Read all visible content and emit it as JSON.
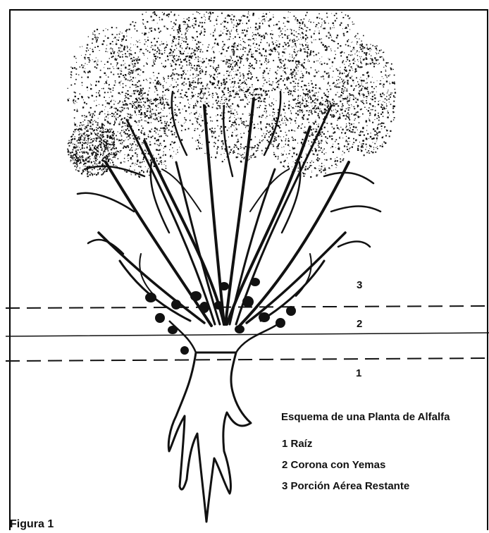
{
  "figure": {
    "label": "Figura 1",
    "title": "Esquema de una Planta de Alfalfa"
  },
  "levels": [
    {
      "number": "3"
    },
    {
      "number": "2"
    },
    {
      "number": "1"
    }
  ],
  "legend": [
    {
      "text": "1 Raíz"
    },
    {
      "text": "2 Corona con Yemas"
    },
    {
      "text": "3 Porción Aérea Restante"
    }
  ],
  "colors": {
    "ink": "#111111",
    "paper": "#ffffff"
  }
}
